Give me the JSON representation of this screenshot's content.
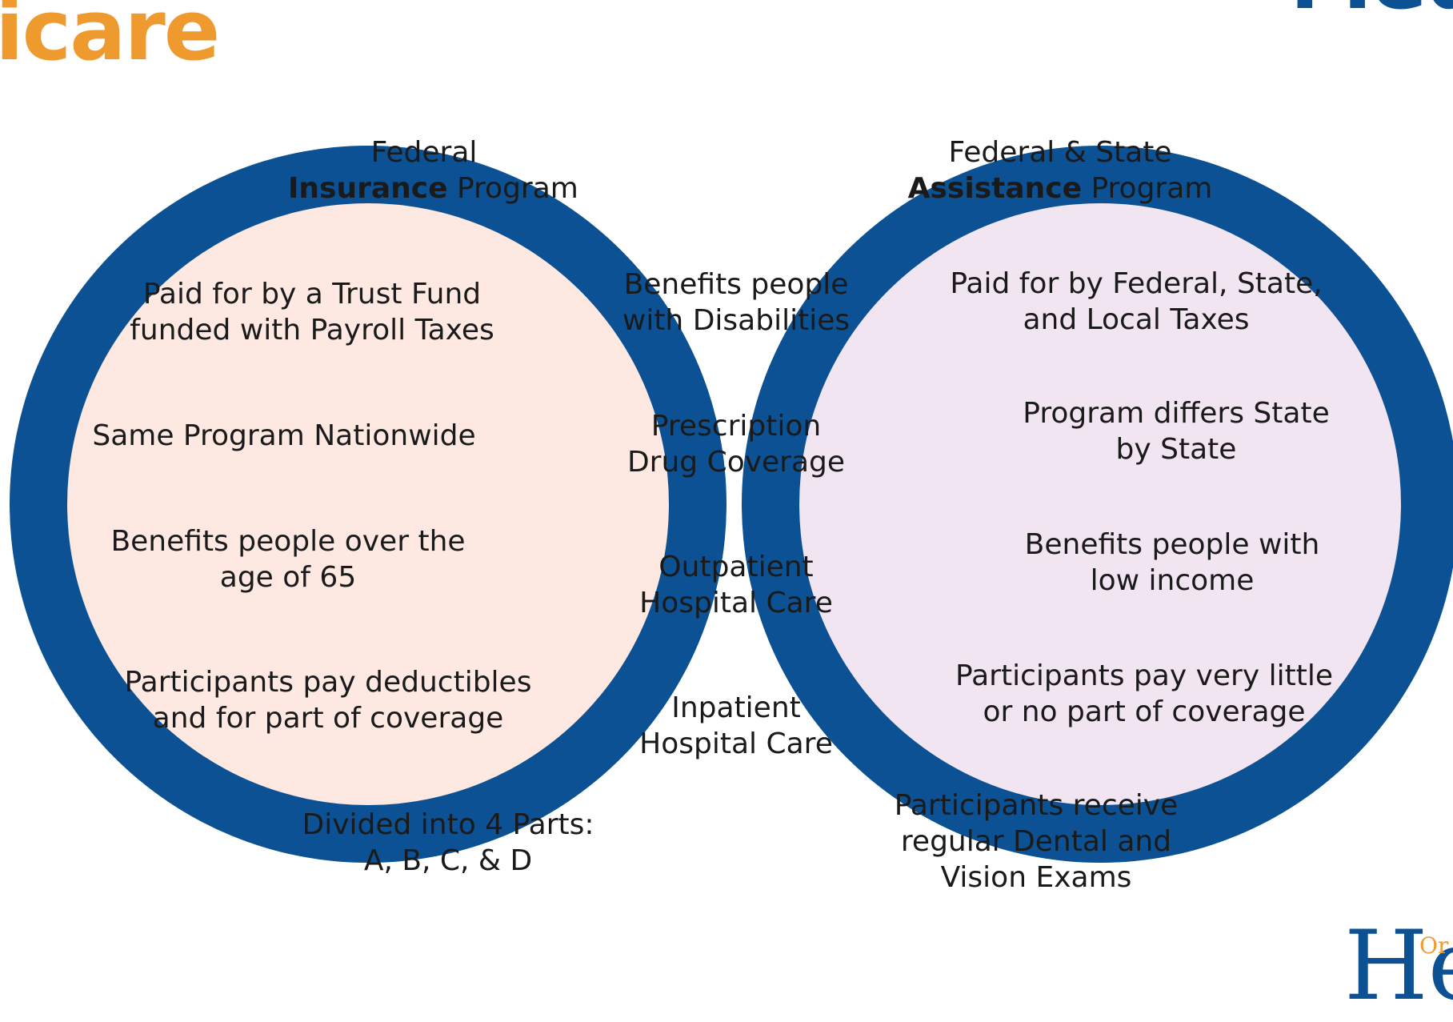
{
  "header": {
    "left_title": "icare",
    "right_title": "Med"
  },
  "logo": {
    "letters": "He",
    "small_text": "Or"
  },
  "colors": {
    "circle_border": "#0b5193",
    "left_fill": "#fde9e2",
    "right_fill": "#f1e5f1",
    "overlap_fill": "#e2eef6",
    "left_title": "#ee9a2e",
    "right_title": "#0b5193"
  },
  "left": {
    "heading": {
      "line1": "Federal",
      "bold": "Insurance",
      "rest": " Program"
    },
    "items": [
      {
        "line1": "Paid for by a Trust Fund",
        "line2": "funded with Payroll Taxes"
      },
      {
        "line1": "Same Program Nationwide"
      },
      {
        "line1": "Benefits people over the",
        "line2": "age of 65"
      },
      {
        "line1": "Participants pay deductibles",
        "line2": "and for part of coverage"
      },
      {
        "line1": "Divided into 4 Parts:",
        "line2": "A, B, C, & D"
      }
    ]
  },
  "center": {
    "items": [
      {
        "line1": "Benefits people",
        "line2": "with Disabilities"
      },
      {
        "line1": "Prescription",
        "line2": "Drug Coverage"
      },
      {
        "line1": "Outpatient",
        "line2": "Hospital Care"
      },
      {
        "line1": "Inpatient",
        "line2": "Hospital Care"
      }
    ]
  },
  "right": {
    "heading": {
      "line1": "Federal & State",
      "bold": "Assistance",
      "rest": " Program"
    },
    "items": [
      {
        "line1": "Paid for by Federal, State,",
        "line2": "and Local Taxes"
      },
      {
        "line1": "Program differs State",
        "line2": "by State"
      },
      {
        "line1": "Benefits people with",
        "line2": "low income"
      },
      {
        "line1": "Participants pay very little",
        "line2": "or no part of coverage"
      },
      {
        "line1": "Participants receive",
        "line2": "regular Dental and",
        "line3": "Vision Exams"
      }
    ]
  }
}
